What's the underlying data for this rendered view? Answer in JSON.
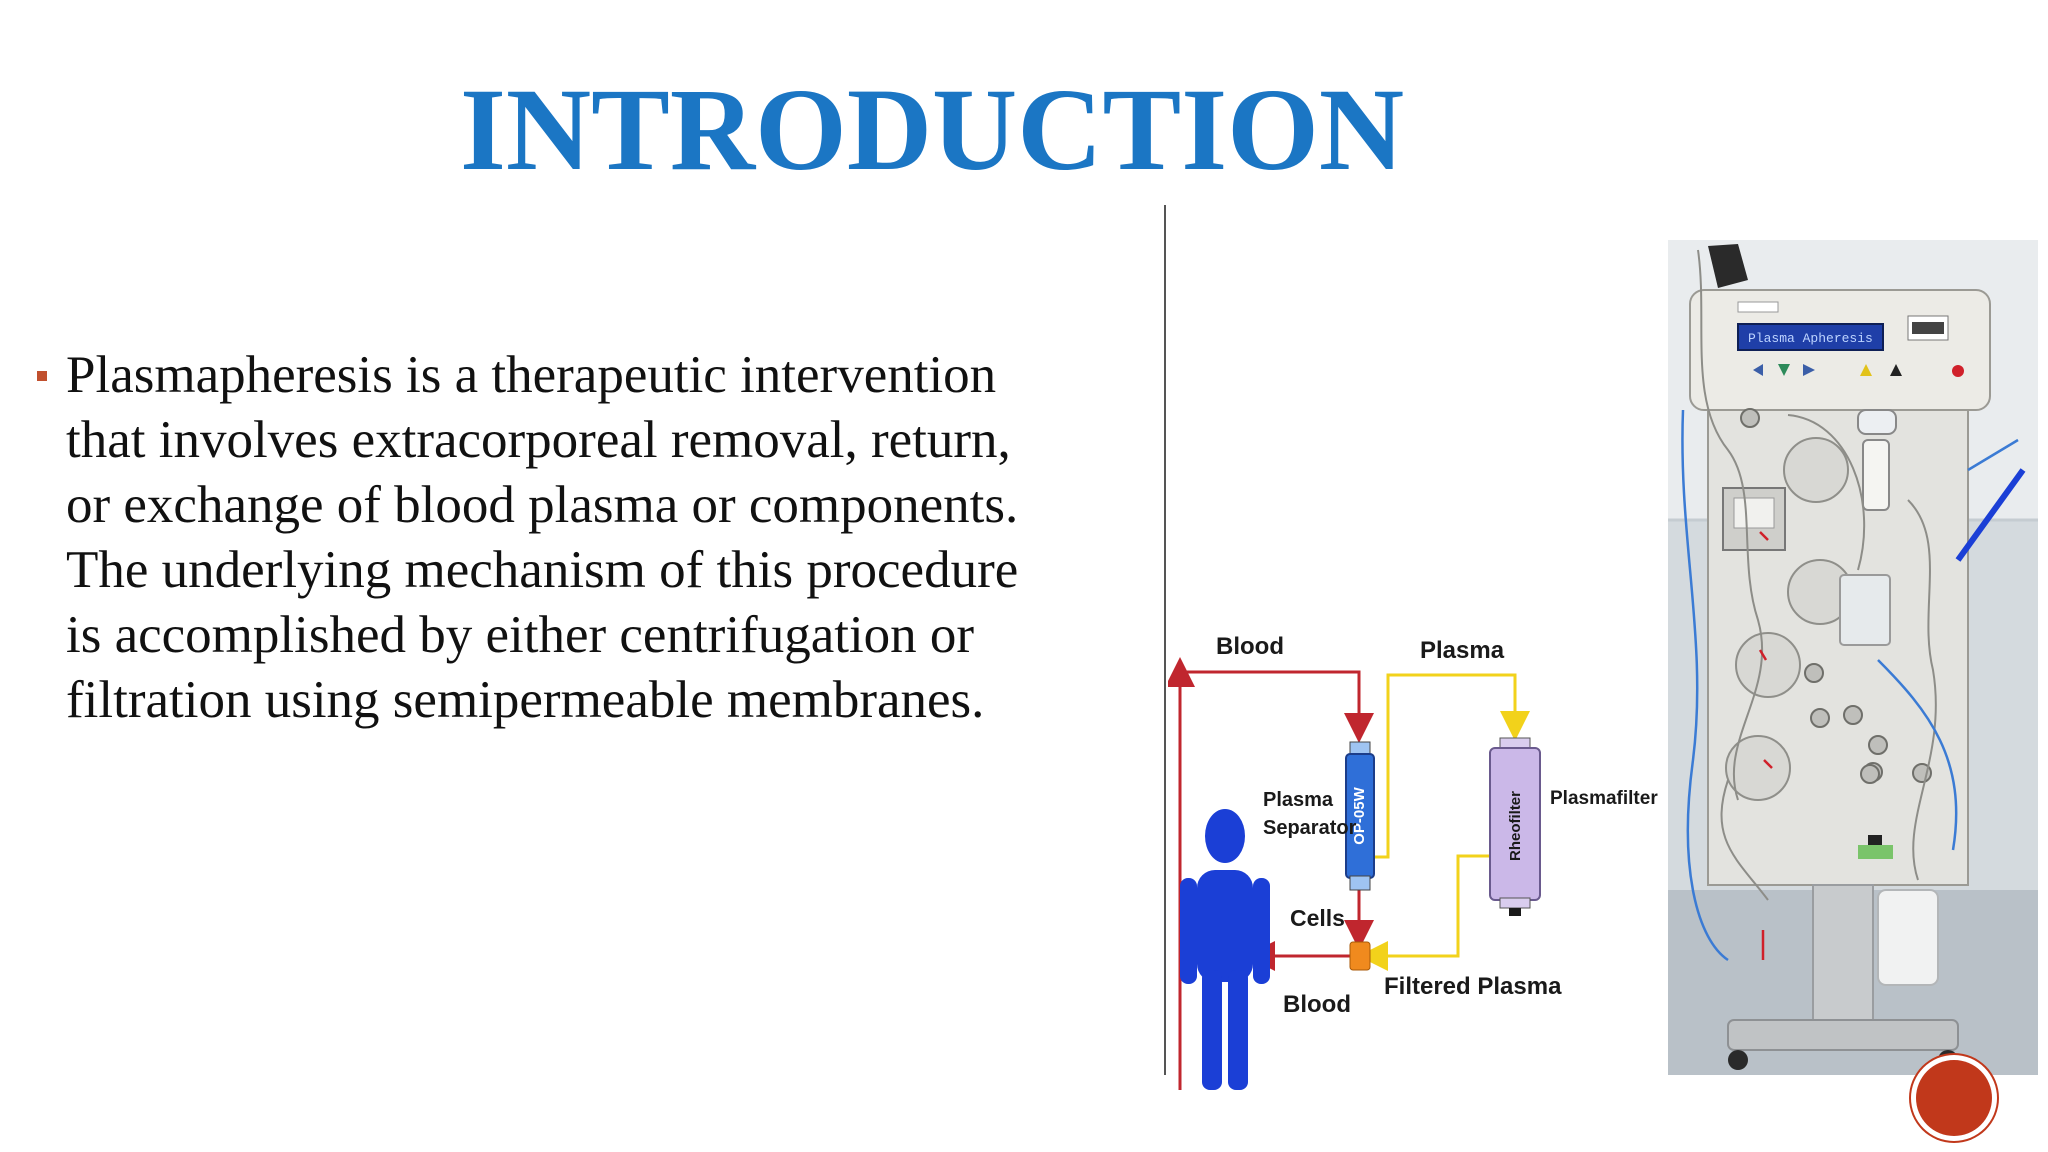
{
  "slide": {
    "title": "INTRODUCTION",
    "body_lines": [
      "Plasmapheresis is a therapeutic intervention",
      "that involves extracorporeal removal, return,",
      "or exchange of blood plasma or components.",
      "The underlying mechanism of this procedure",
      "is accomplished by either centrifugation or",
      "filtration using semipermeable membranes."
    ],
    "colors": {
      "title": "#1b76c4",
      "bullet": "#c1502e",
      "accent_circle": "#c1381b"
    }
  },
  "diagram": {
    "label_blood_top": "Blood",
    "label_plasma": "Plasma",
    "label_plasma_separator_1": "Plasma",
    "label_plasma_separator_2": "Separator",
    "label_separator_device": "OP-05W",
    "label_plasmafilter": "Plasmafilter",
    "label_rheofilter": "Rheofilter",
    "label_cells": "Cells",
    "label_blood_bottom": "Blood",
    "label_filtered_plasma": "Filtered Plasma",
    "colors": {
      "blood_line": "#c0262e",
      "plasma_line": "#f2d21b",
      "person": "#1b3fd6",
      "separator": "#2f6fd8",
      "filter": "#cbb8e8",
      "cells": "#f08a1e"
    }
  },
  "machine_photo": {
    "display_text": "Plasma Apheresis",
    "colors": {
      "panel": "#e6e6e4",
      "display": "#1f3fa8",
      "wall": "#cfd6da"
    }
  }
}
